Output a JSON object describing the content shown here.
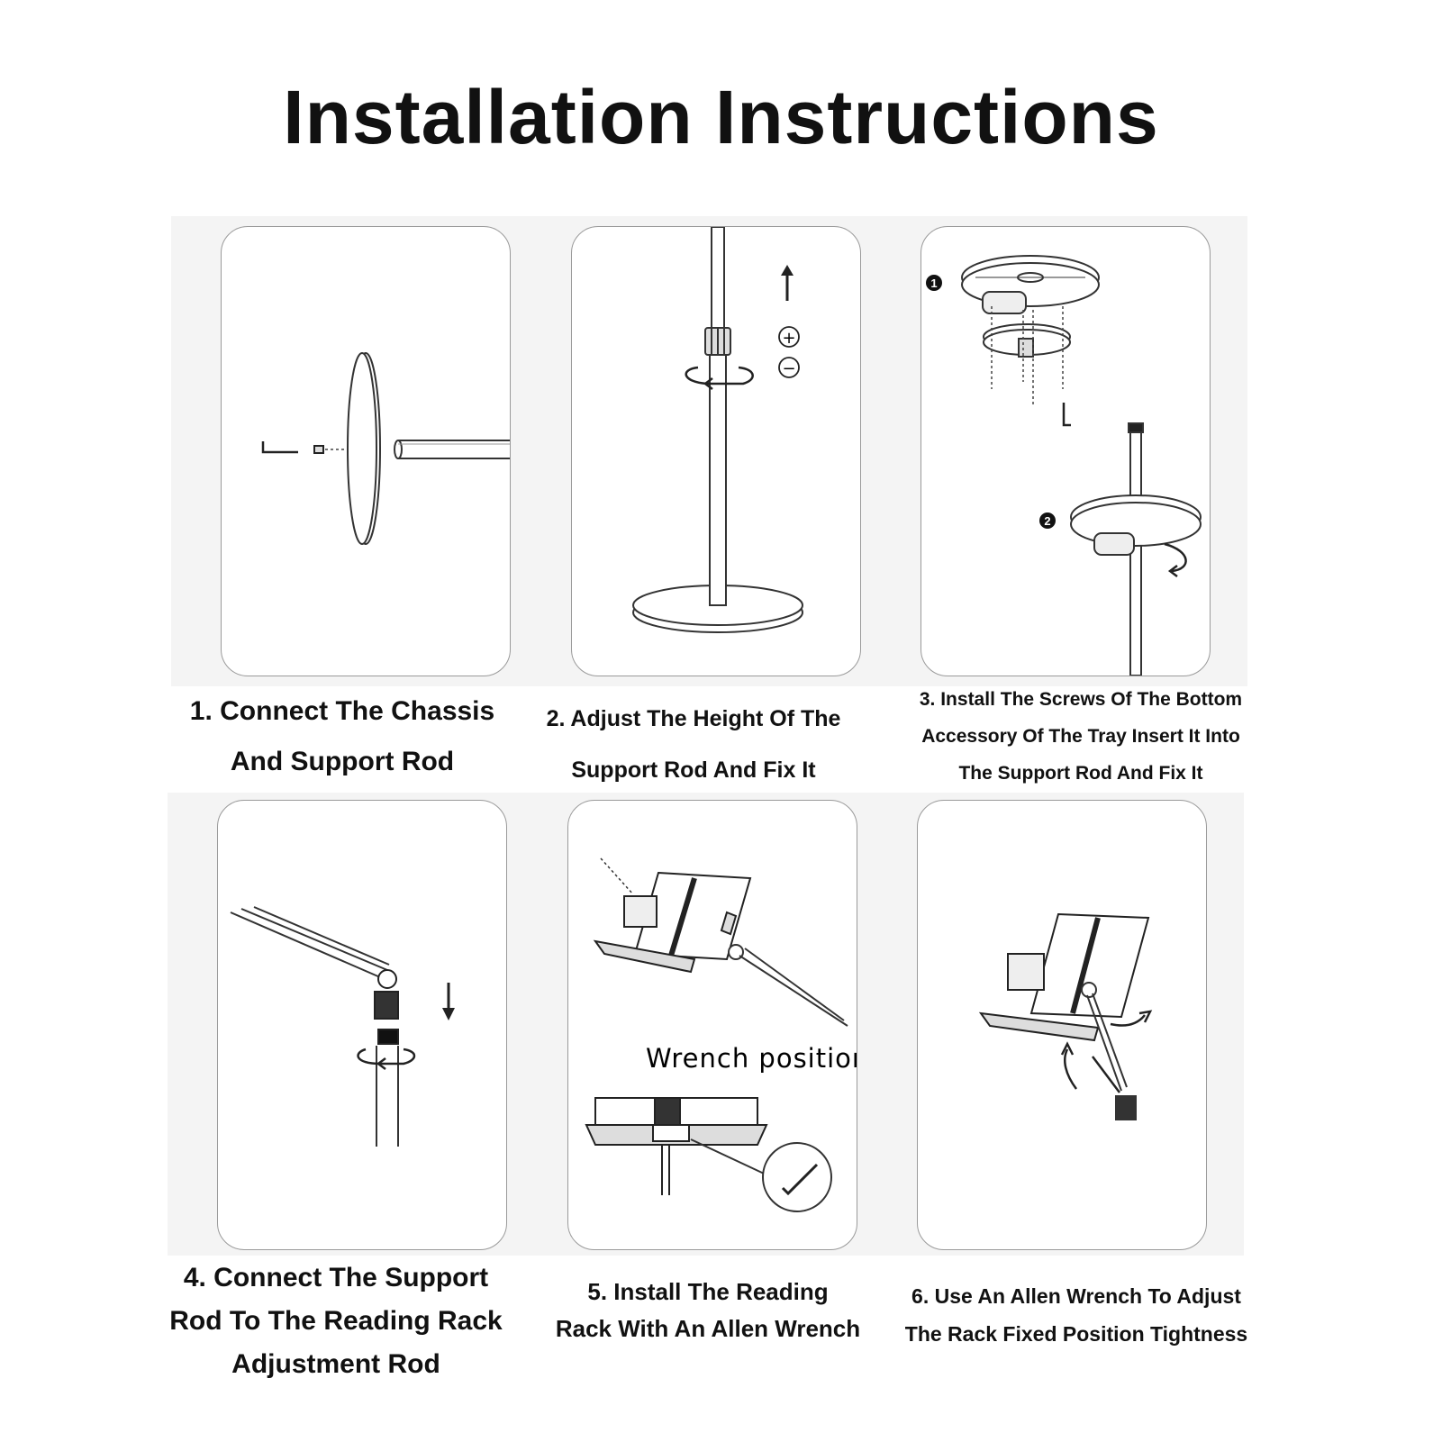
{
  "title": "Installation Instructions",
  "steps": [
    {
      "lines": [
        "1. Connect The Chassis",
        "And Support Rod"
      ]
    },
    {
      "lines": [
        "2. Adjust The Height Of The",
        "Support Rod And Fix It"
      ]
    },
    {
      "lines": [
        "3. Install The Screws Of The Bottom",
        "Accessory Of The Tray Insert It Into",
        "The Support Rod And Fix It"
      ]
    },
    {
      "lines": [
        "4. Connect The Support",
        "Rod To The Reading Rack",
        "Adjustment Rod"
      ]
    },
    {
      "lines": [
        "5. Install The Reading",
        "Rack With An Allen Wrench"
      ]
    },
    {
      "lines": [
        "6. Use An Allen Wrench To Adjust",
        "The Rack Fixed Position Tightness"
      ]
    }
  ],
  "diagram_labels": {
    "plus_symbol": "+",
    "minus_symbol": "−",
    "marker_1": "1",
    "marker_2": "2",
    "wrench_position": "Wrench position"
  },
  "icons": [
    "allen-wrench-icon",
    "screw-icon",
    "rotate-arrow-icon",
    "up-arrow-icon",
    "down-arrow-icon",
    "plus-circle-icon",
    "minus-circle-icon"
  ]
}
